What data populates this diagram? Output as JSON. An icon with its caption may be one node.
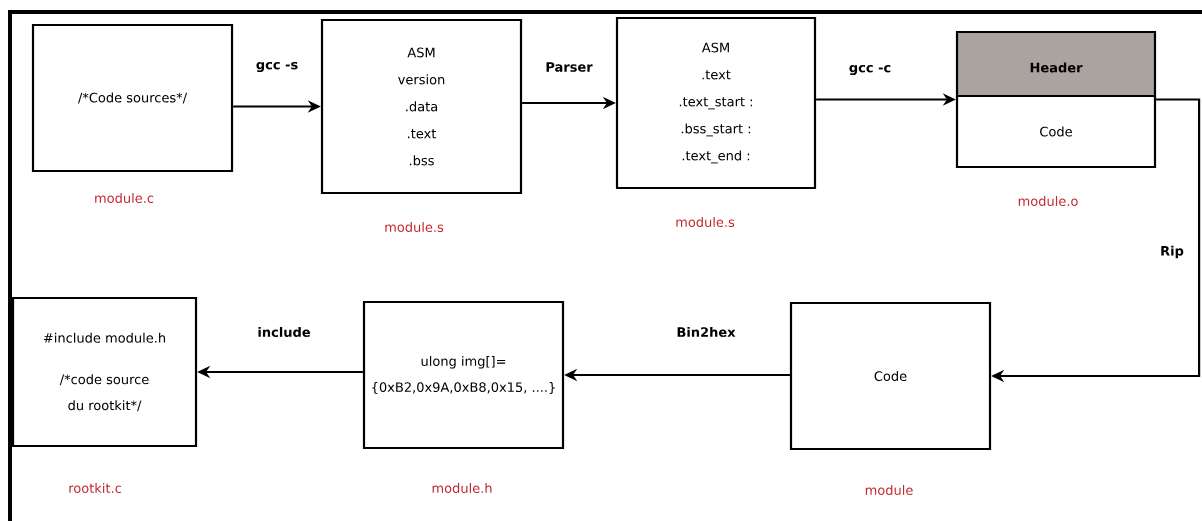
{
  "diagram": {
    "nodes": [
      {
        "text": [
          "/*Code sources*/"
        ],
        "beside": [
          "module.c"
        ]
      },
      {
        "text": [
          "ASM",
          "version",
          ".data",
          ".text",
          ".bss"
        ],
        "beside": [
          "module.s"
        ]
      },
      {
        "text": [
          "ASM",
          ".text",
          ".text_start :",
          ".bss_start :",
          ".text_end :"
        ],
        "beside": [
          "module.s"
        ]
      },
      {
        "text": [
          "Header",
          "Code"
        ],
        "beside": [
          "module.o"
        ]
      },
      {
        "text": [
          "Code"
        ],
        "beside": [
          "module"
        ]
      },
      {
        "text": [
          "ulong img[]= {0xB2,0x9A,0xB8,0x15, ....}"
        ],
        "beside": [
          "module.h"
        ]
      },
      {
        "text": [
          "#include module.h",
          "/*code source du rootkit*/"
        ],
        "beside": [
          "rootkit.c"
        ]
      }
    ],
    "edges": [
      {
        "from": 0,
        "to": 1,
        "arrow": "to",
        "label": "gcc -s"
      },
      {
        "from": 1,
        "to": 2,
        "arrow": "to",
        "label": "Parser"
      },
      {
        "from": 2,
        "to": 3,
        "arrow": "to",
        "label": "gcc -c"
      },
      {
        "from": 3,
        "to": 4,
        "arrow": "to",
        "label": "Rip"
      },
      {
        "from": 4,
        "to": 5,
        "arrow": "to",
        "label": "Bin2hex"
      },
      {
        "from": 5,
        "to": 6,
        "arrow": "to",
        "label": "include"
      }
    ]
  }
}
